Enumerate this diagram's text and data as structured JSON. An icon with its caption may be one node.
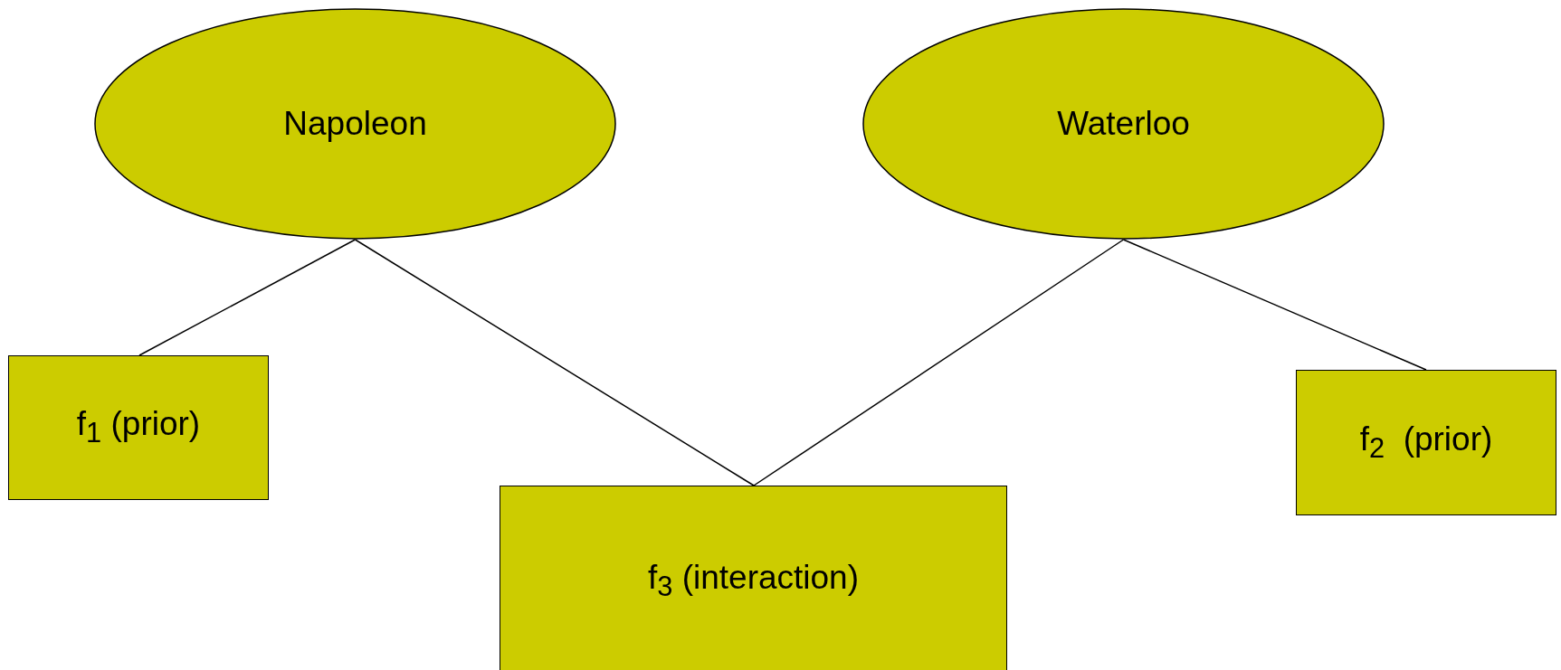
{
  "diagram": {
    "nodes": [
      {
        "text": [
          "Napoleon"
        ]
      },
      {
        "text": [
          "Waterloo"
        ]
      },
      {
        "text": [
          "f$_{1}$ (prior)"
        ]
      },
      {
        "text": [
          "f$_{3}$ (interaction)"
        ]
      },
      {
        "text": [
          "f$_{2}$  (prior)"
        ]
      }
    ],
    "edges": [
      {
        "from": 0,
        "to": 2,
        "arrow": "none"
      },
      {
        "from": 0,
        "to": 3,
        "arrow": "none"
      },
      {
        "from": 1,
        "to": 3,
        "arrow": "none"
      },
      {
        "from": 1,
        "to": 4,
        "arrow": "none"
      }
    ]
  }
}
